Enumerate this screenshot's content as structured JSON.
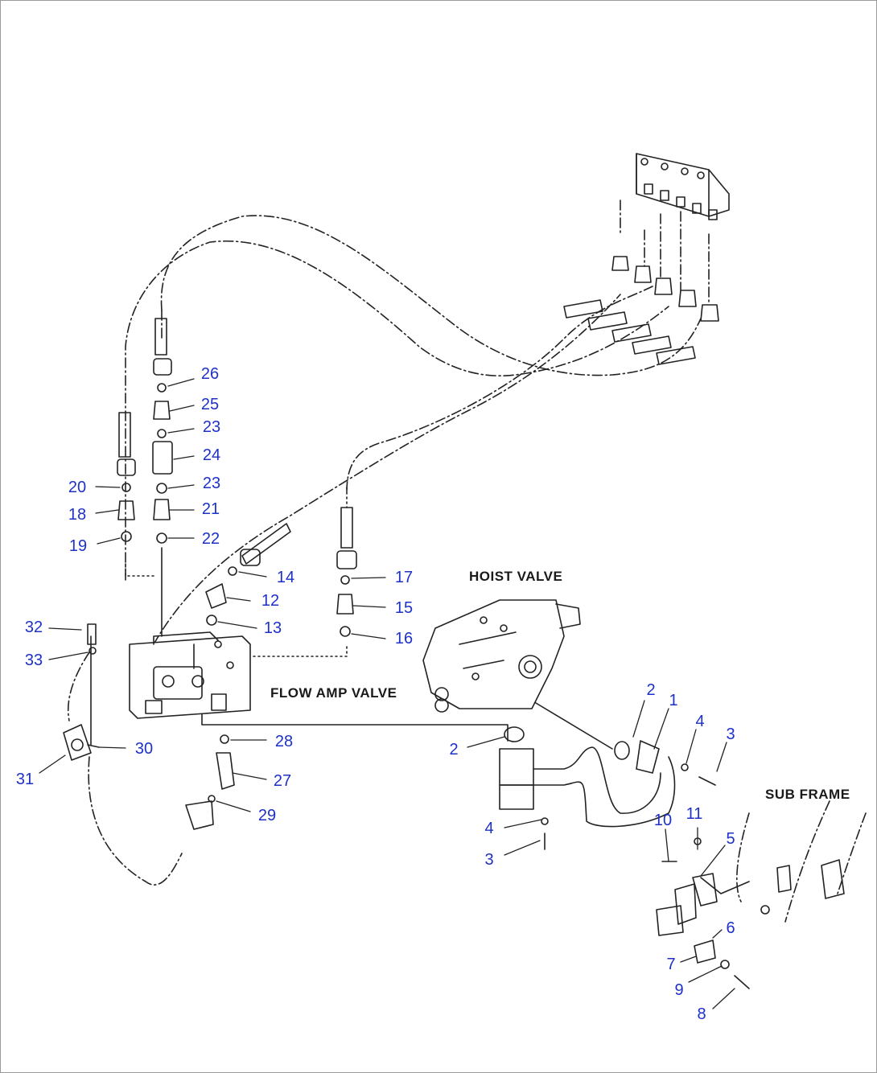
{
  "colors": {
    "callout": "#1d31c8",
    "line": "#222222",
    "caption": "#1a1a1a"
  },
  "captions": {
    "hoist_valve": "HOIST VALVE",
    "flow_amp_valve": "FLOW AMP VALVE",
    "sub_frame": "SUB FRAME"
  },
  "callouts": [
    "1",
    "2",
    "2",
    "3",
    "3",
    "4",
    "4",
    "5",
    "6",
    "7",
    "8",
    "9",
    "10",
    "11",
    "12",
    "13",
    "14",
    "15",
    "16",
    "17",
    "18",
    "19",
    "20",
    "21",
    "22",
    "23",
    "23",
    "24",
    "25",
    "26",
    "27",
    "28",
    "29",
    "30",
    "31",
    "32",
    "33"
  ]
}
